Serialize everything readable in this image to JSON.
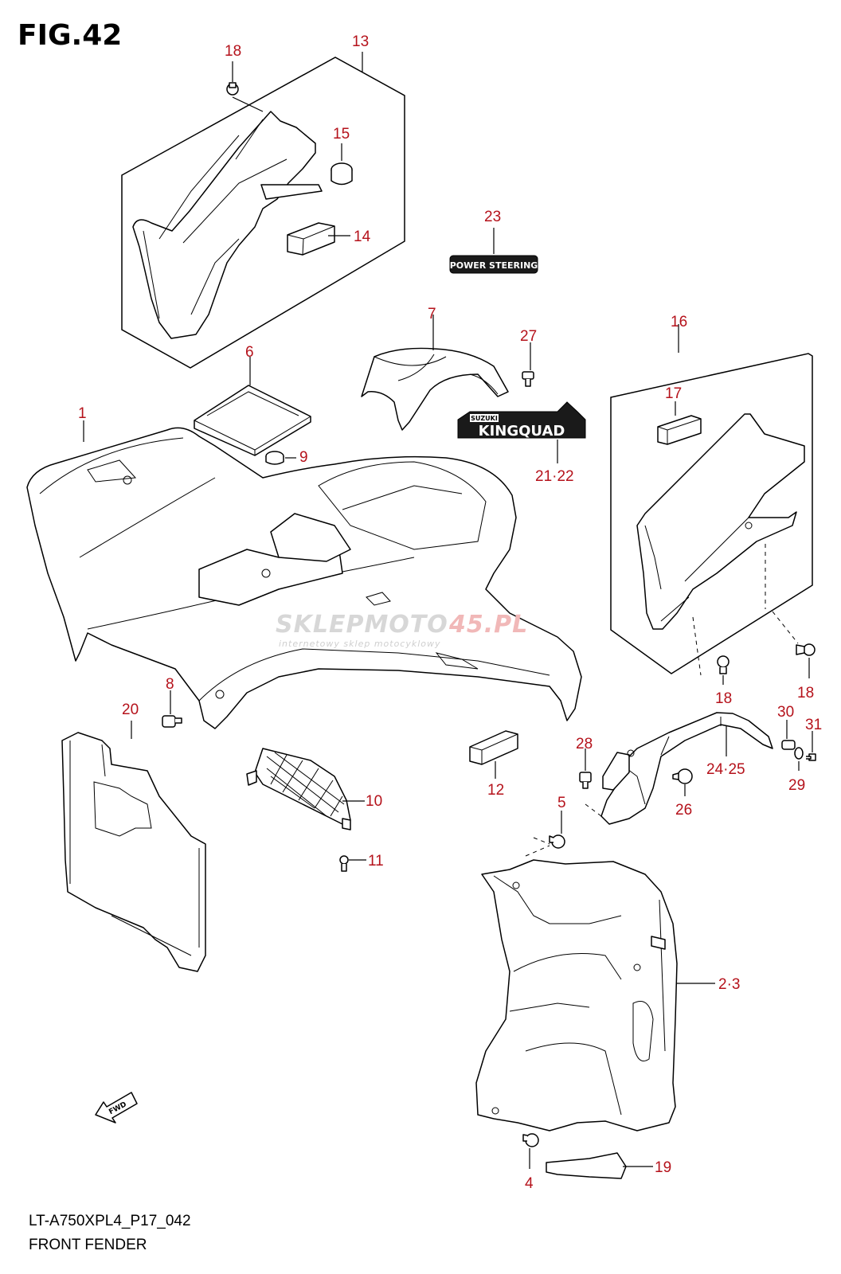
{
  "figure": {
    "title": "FIG.42",
    "model_code": "LT-A750XPL4_P17_042",
    "caption": "FRONT FENDER"
  },
  "callouts": {
    "c1": "1",
    "c23": "2·3",
    "c4": "4",
    "c5": "5",
    "c6": "6",
    "c7": "7",
    "c8": "8",
    "c9": "9",
    "c10": "10",
    "c11": "11",
    "c12": "12",
    "c13": "13",
    "c14": "14",
    "c15": "15",
    "c16": "16",
    "c17": "17",
    "c18a": "18",
    "c18b": "18",
    "c18c": "18",
    "c19": "19",
    "c20": "20",
    "c2122": "21·22",
    "c23d": "23",
    "c2425": "24·25",
    "c26": "26",
    "c27": "27",
    "c28": "28",
    "c29": "29",
    "c30": "30",
    "c31": "31"
  },
  "decals": {
    "power_steering": "POWER STEERING",
    "kingquad": "KINGQUAD",
    "suzuki": "SUZUKI",
    "fwd": "FWD"
  },
  "watermark": {
    "brand_a": "SKLEPMOTO",
    "brand_b": "45.PL",
    "tagline": "internetowy sklep motocyklowy"
  },
  "colors": {
    "callout": "#b5121b",
    "line": "#000000",
    "background": "#ffffff"
  }
}
